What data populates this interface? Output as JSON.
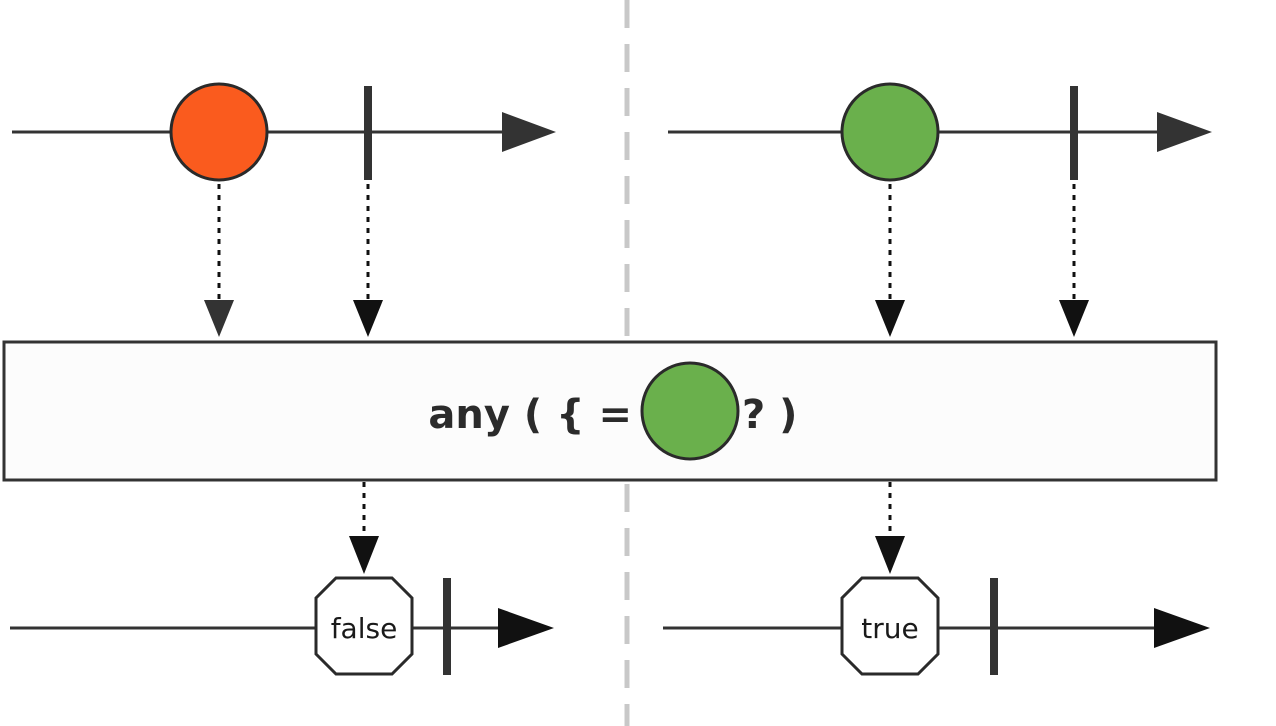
{
  "operator": {
    "prefix": "any ( { =",
    "suffix": "? )",
    "predicate_marble_color": "#6ab04c"
  },
  "panels": [
    {
      "name": "left",
      "input_marble_color": "#fa5b1e",
      "output_value": "false"
    },
    {
      "name": "right",
      "input_marble_color": "#6ab04c",
      "output_value": "true"
    }
  ],
  "colors": {
    "line": "#333333",
    "divider": "#c8c8c8",
    "operator_fill": "#fcfcfc"
  }
}
